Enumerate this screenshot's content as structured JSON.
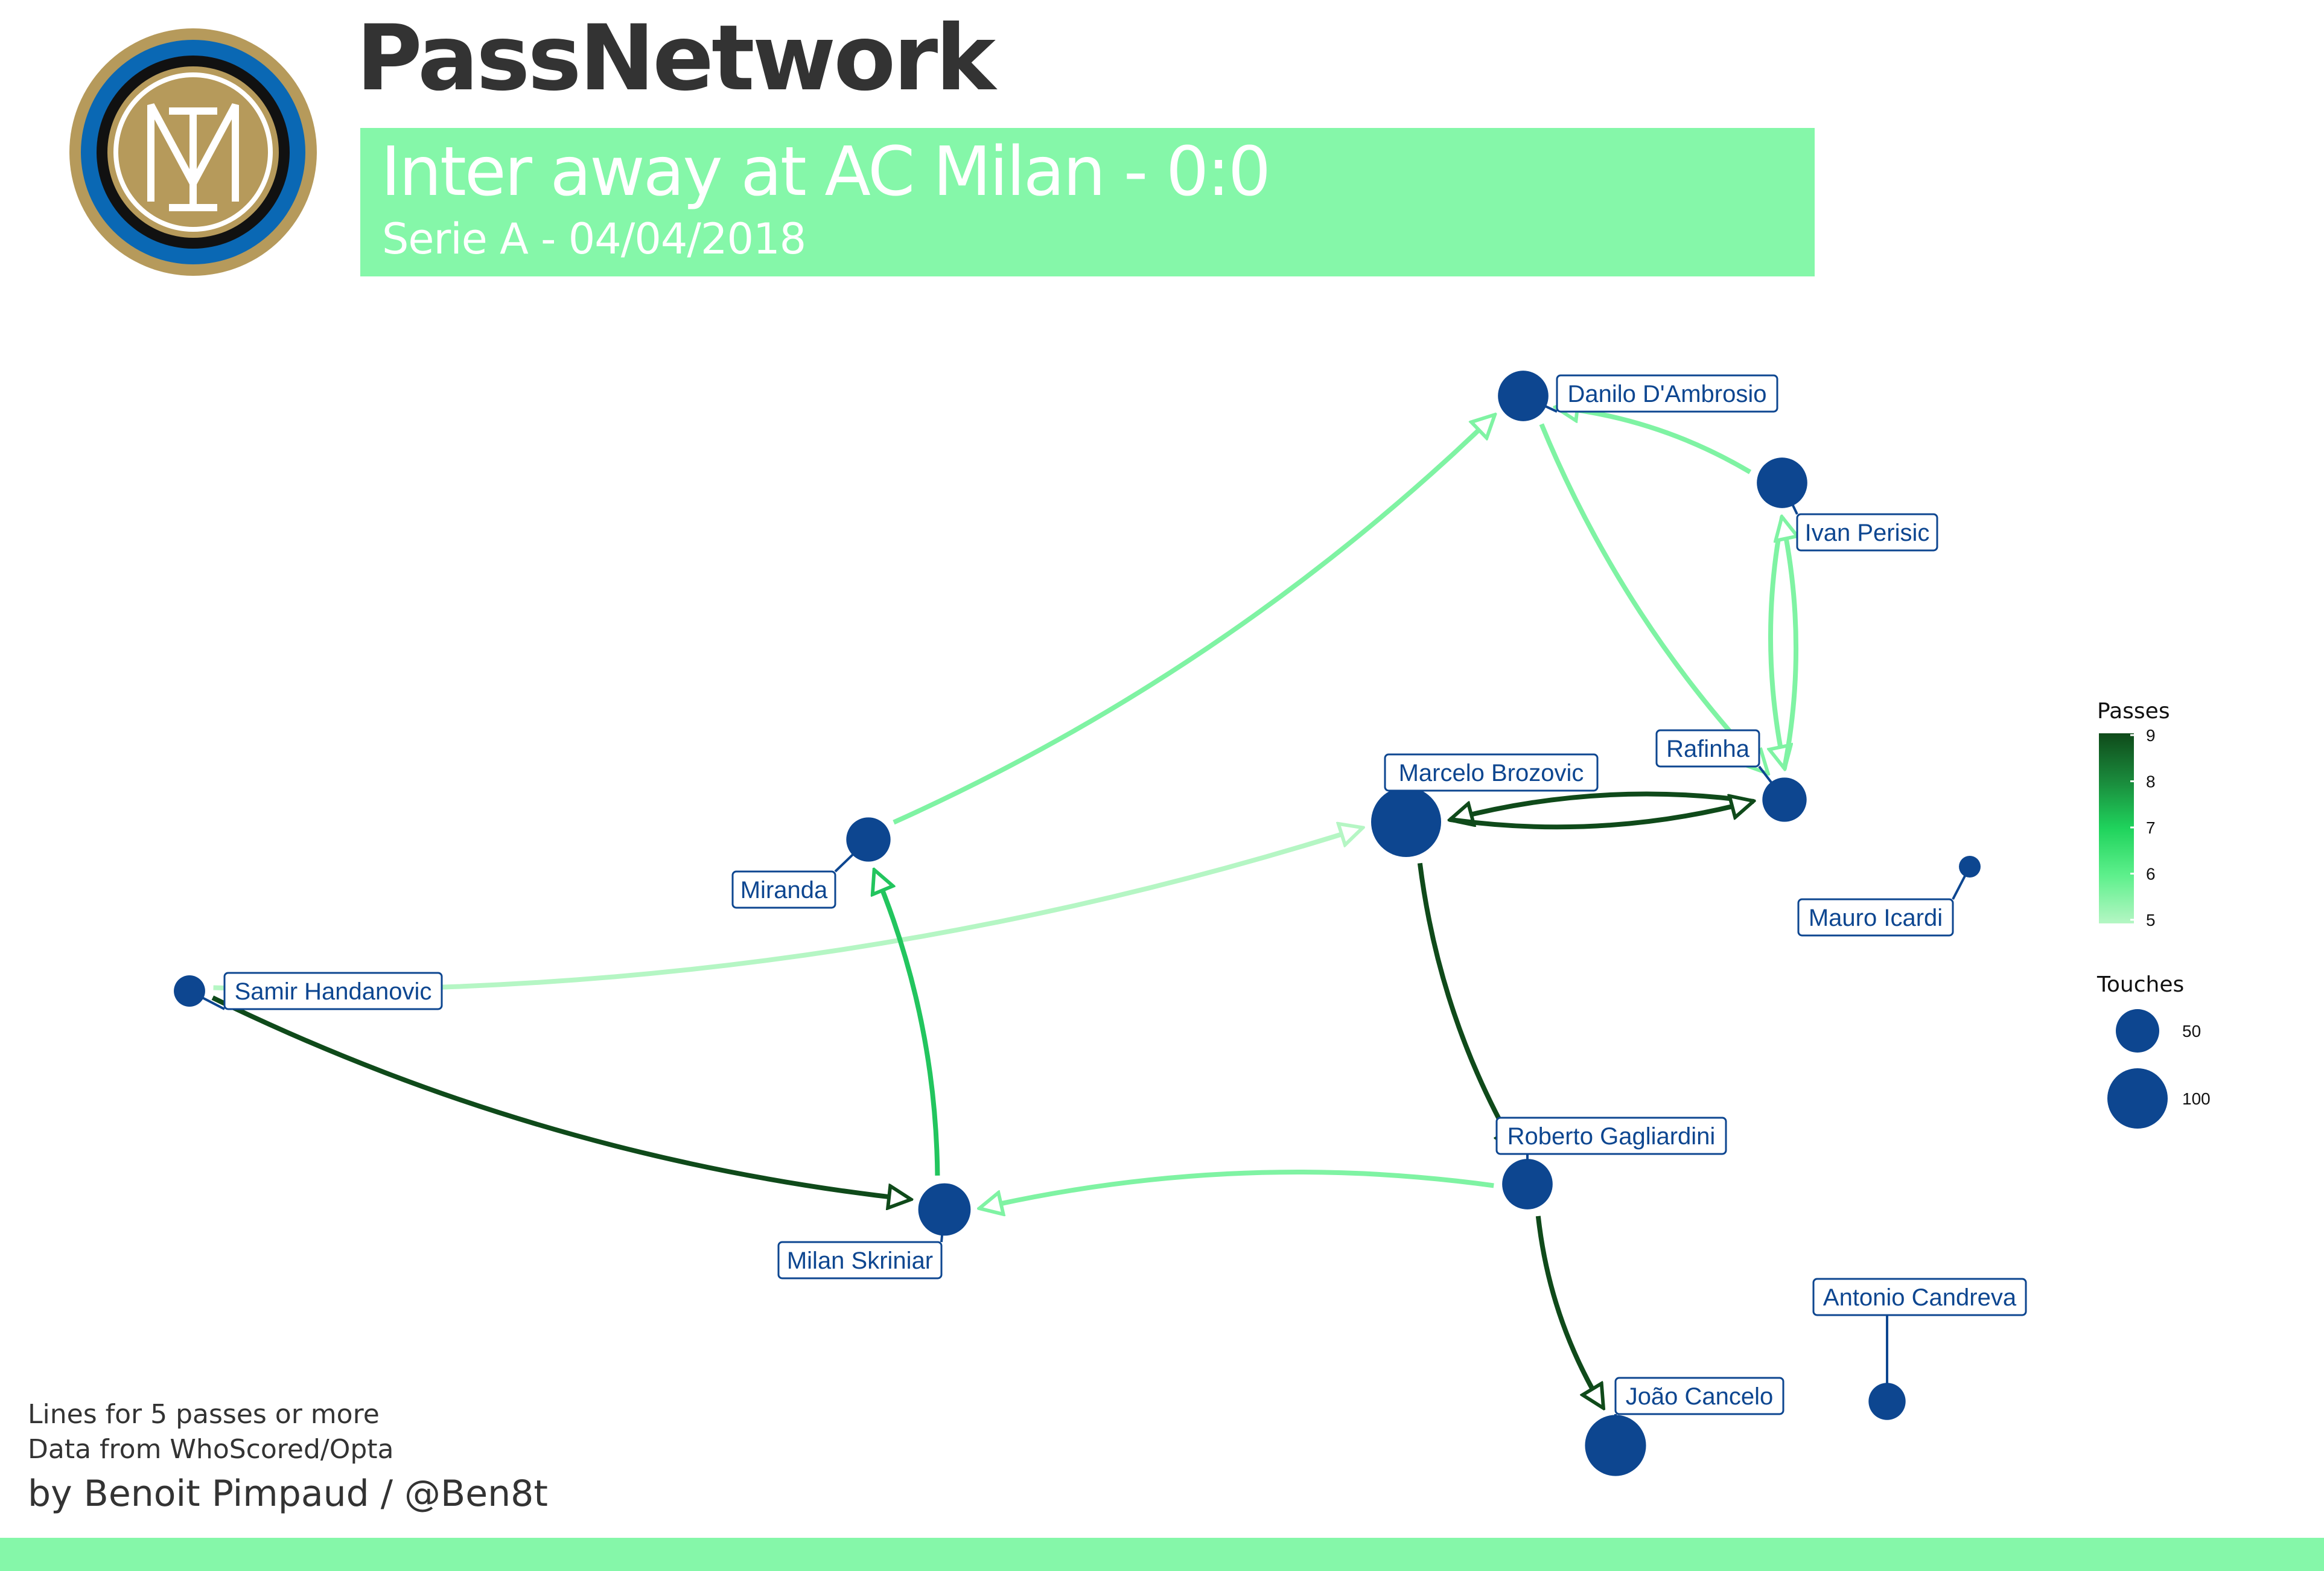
{
  "header": {
    "title": "PassNetwork",
    "match_title": "Inter away at AC Milan - 0:0",
    "match_subtitle": "Serie A - 04/04/2018",
    "logo": "inter-milan-crest"
  },
  "colors": {
    "accent": "#85f7a9",
    "node": "#0d4690",
    "label_text": "#0d4690",
    "title_text": "#333333",
    "pass_scale": [
      "#b5f6c4",
      "#5ef08c",
      "#1fd35c",
      "#1a8a3c",
      "#0f4a1a"
    ]
  },
  "chart_data": {
    "type": "network",
    "players": [
      {
        "name": "Danilo D'Ambrosio",
        "touches": 65
      },
      {
        "name": "Ivan Perisic",
        "touches": 65
      },
      {
        "name": "Rafinha",
        "touches": 50
      },
      {
        "name": "Marcelo Brozovic",
        "touches": 125
      },
      {
        "name": "Miranda",
        "touches": 50
      },
      {
        "name": "Samir Handanovic",
        "touches": 25
      },
      {
        "name": "Mauro Icardi",
        "touches": 12
      },
      {
        "name": "Milan Skriniar",
        "touches": 70
      },
      {
        "name": "Roberto Gagliardini",
        "touches": 65
      },
      {
        "name": "João Cancelo",
        "touches": 95
      },
      {
        "name": "Antonio Candreva",
        "touches": 35
      }
    ],
    "passes": [
      {
        "from": "Miranda",
        "to": "Danilo D'Ambrosio",
        "count": 6
      },
      {
        "from": "Ivan Perisic",
        "to": "Danilo D'Ambrosio",
        "count": 6
      },
      {
        "from": "Danilo D'Ambrosio",
        "to": "Rafinha",
        "count": 6
      },
      {
        "from": "Ivan Perisic",
        "to": "Rafinha",
        "count": 6
      },
      {
        "from": "Rafinha",
        "to": "Ivan Perisic",
        "count": 6
      },
      {
        "from": "Rafinha",
        "to": "Marcelo Brozovic",
        "count": 9
      },
      {
        "from": "Marcelo Brozovic",
        "to": "Rafinha",
        "count": 9
      },
      {
        "from": "Samir Handanovic",
        "to": "Marcelo Brozovic",
        "count": 5
      },
      {
        "from": "Samir Handanovic",
        "to": "Milan Skriniar",
        "count": 9
      },
      {
        "from": "Milan Skriniar",
        "to": "Miranda",
        "count": 7
      },
      {
        "from": "Roberto Gagliardini",
        "to": "Milan Skriniar",
        "count": 6
      },
      {
        "from": "Marcelo Brozovic",
        "to": "Roberto Gagliardini",
        "count": 9
      },
      {
        "from": "Roberto Gagliardini",
        "to": "João Cancelo",
        "count": 9
      }
    ],
    "legend": {
      "passes_title": "Passes",
      "passes_ticks": [
        9,
        8,
        7,
        6,
        5
      ],
      "touches_title": "Touches",
      "touches_ticks": [
        50,
        100
      ],
      "placement": "right"
    }
  },
  "footer": {
    "note1": "Lines for 5 passes or more",
    "note2": "Data from WhoScored/Opta",
    "credit": "by Benoit Pimpaud / @Ben8t"
  }
}
